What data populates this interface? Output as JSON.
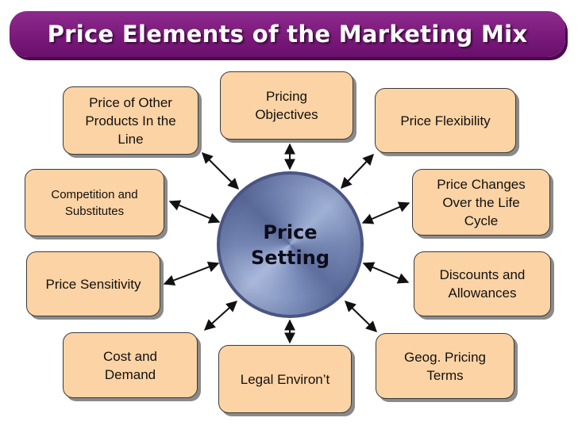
{
  "title": "Price Elements of the Marketing Mix",
  "hub": {
    "label": "Price\nSetting"
  },
  "nodes": [
    {
      "id": "price-of-other-products",
      "label": "Price of Other\nProducts In the\nLine"
    },
    {
      "id": "pricing-objectives",
      "label": "Pricing\nObjectives"
    },
    {
      "id": "price-flexibility",
      "label": "Price Flexibility"
    },
    {
      "id": "competition-and-substitutes",
      "label": "Competition and\nSubstitutes"
    },
    {
      "id": "price-changes-life-cycle",
      "label": "Price Changes\nOver the Life\nCycle"
    },
    {
      "id": "price-sensitivity",
      "label": "Price Sensitivity"
    },
    {
      "id": "discounts-and-allowances",
      "label": "Discounts and\nAllowances"
    },
    {
      "id": "cost-and-demand",
      "label": "Cost and\nDemand"
    },
    {
      "id": "legal-environment",
      "label": "Legal Environ’t"
    },
    {
      "id": "geog-pricing-terms",
      "label": "Geog. Pricing\nTerms"
    }
  ],
  "colors": {
    "title_bar": "#7a1a7b",
    "box_fill": "#fcd3a4",
    "hub_fill": "#7b8bb8"
  }
}
